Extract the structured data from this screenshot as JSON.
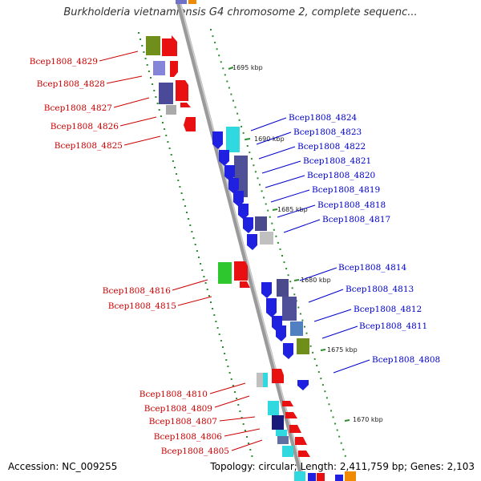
{
  "title": "Burkholderia vietnamiensis G4 chromosome 2, complete sequenc...",
  "footer": {
    "accession": "Accession: NC_009255",
    "summary": "Topology: circular; Length: 2,411,759 bp; Genes: 2,103"
  },
  "ruler_ticks": [
    "1695 kbp",
    "1690 kbp",
    "1685 kbp",
    "1680 kbp",
    "1675 kbp",
    "1670 kbp"
  ],
  "gene_labels": {
    "reverse_strand": [
      "Bcep1808_4829",
      "Bcep1808_4828",
      "Bcep1808_4827",
      "Bcep1808_4826",
      "Bcep1808_4825",
      "Bcep1808_4816",
      "Bcep1808_4815",
      "Bcep1808_4810",
      "Bcep1808_4809",
      "Bcep1808_4807",
      "Bcep1808_4806",
      "Bcep1808_4805"
    ],
    "forward_strand": [
      "Bcep1808_4824",
      "Bcep1808_4823",
      "Bcep1808_4822",
      "Bcep1808_4821",
      "Bcep1808_4820",
      "Bcep1808_4819",
      "Bcep1808_4818",
      "Bcep1808_4817",
      "Bcep1808_4814",
      "Bcep1808_4813",
      "Bcep1808_4812",
      "Bcep1808_4811",
      "Bcep1808_4808"
    ]
  },
  "colors": {
    "reverse_label": "#cc0000",
    "forward_label": "#0000cc",
    "backbone": "#999999",
    "ruler_dots": "#2e8b2e"
  }
}
